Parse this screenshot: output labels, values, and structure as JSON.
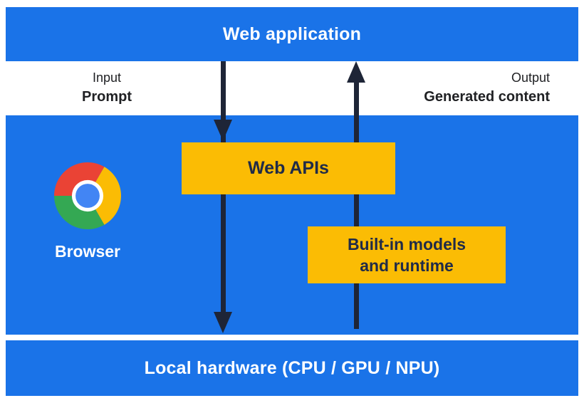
{
  "colors": {
    "band_blue": "#1a73e8",
    "box_yellow": "#fbbc04",
    "arrow_dark": "#1e2537",
    "yellow_box_text": "#202b48",
    "label_text": "#202124",
    "chrome_red": "#ea4335",
    "chrome_yellow": "#fbbc04",
    "chrome_green": "#34a853",
    "chrome_blue": "#4285f4"
  },
  "top_bar": {
    "label": "Web application"
  },
  "flow_labels": {
    "input_title": "Input",
    "input_value": "Prompt",
    "output_title": "Output",
    "output_value": "Generated content"
  },
  "browser_box": {
    "browser_label": "Browser",
    "web_apis_label": "Web APIs",
    "builtin_line1": "Built-in models",
    "builtin_line2": "and runtime",
    "logo": "chrome-logo-icon"
  },
  "bottom_bar": {
    "label": "Local hardware (CPU / GPU / NPU)"
  }
}
